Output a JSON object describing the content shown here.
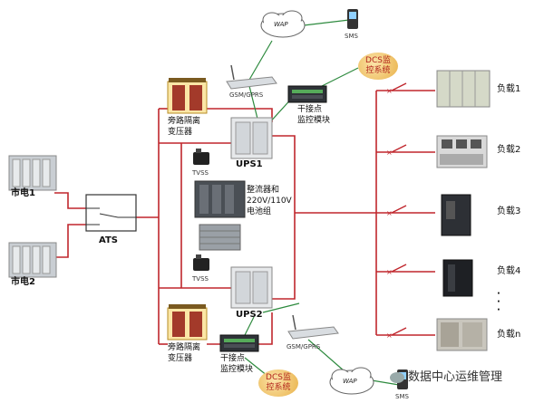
{
  "labels": {
    "city1": "市电1",
    "city2": "市电2",
    "ats": "ATS",
    "bypass_tx_top": "旁路隔离\n变压器",
    "bypass_tx_bottom": "旁路隔离\n变压器",
    "ups1": "UPS1",
    "ups2": "UPS2",
    "tvss_top": "TVSS",
    "tvss_bottom": "TVSS",
    "rectifier": "整流器和\n220V/110V\n电池组",
    "gsm_top": "GSM/GPRS",
    "gsm_bottom": "GSM/GPRS",
    "drycontact_top": "干接点\n监控模块",
    "drycontact_bottom": "干接点\n监控模块",
    "dcs_top": "DCS监\n控系统",
    "dcs_bottom": "DCS监\n控系统",
    "wap_top": "WAP",
    "wap_bottom": "WAP",
    "sms_top": "SMS",
    "sms_bottom": "SMS",
    "load1": "负载1",
    "load2": "负载2",
    "load3": "负载3",
    "load4": "负载4",
    "loadn": "负载n",
    "dots": "·\n·\n·"
  },
  "watermark": "数据中心运维管理",
  "colors": {
    "power_line": "#c0272d",
    "signal_line": "#2d8a3e",
    "transformer": "#a33a2a",
    "ups_body": "#e6e8ea"
  }
}
